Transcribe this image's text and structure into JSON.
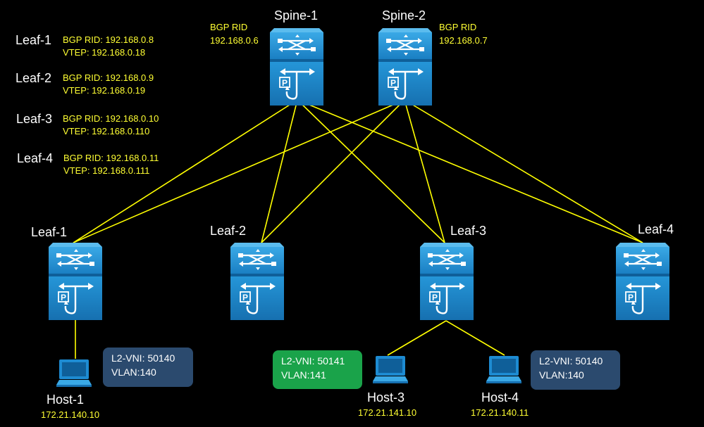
{
  "colors": {
    "background": "#000000",
    "link": "#ffff00",
    "device_blue": "#1d8bd2",
    "label_yellow": "#ffff33",
    "vni_blue": "#2b4a6e",
    "vni_green": "#1aa34a"
  },
  "spines": [
    {
      "name": "Spine-1",
      "rid_label": "BGP RID",
      "rid": "192.168.0.6",
      "icon": "switch-icon"
    },
    {
      "name": "Spine-2",
      "rid_label": "BGP RID",
      "rid": "192.168.0.7",
      "icon": "switch-icon"
    }
  ],
  "leaf_info": [
    {
      "name": "Leaf-1",
      "rid": "BGP RID: 192.168.0.8",
      "vtep": "VTEP: 192.168.0.18"
    },
    {
      "name": "Leaf-2",
      "rid": "BGP RID: 192.168.0.9",
      "vtep": "VTEP: 192.168.0.19"
    },
    {
      "name": "Leaf-3",
      "rid": "BGP RID: 192.168.0.10",
      "vtep": "VTEP: 192.168.0.110"
    },
    {
      "name": "Leaf-4",
      "rid": "BGP RID: 192.168.0.11",
      "vtep": "VTEP: 192.168.0.111"
    }
  ],
  "leaves": [
    {
      "name": "Leaf-1",
      "icon": "switch-icon"
    },
    {
      "name": "Leaf-2",
      "icon": "switch-icon"
    },
    {
      "name": "Leaf-3",
      "icon": "switch-icon"
    },
    {
      "name": "Leaf-4",
      "icon": "switch-icon"
    }
  ],
  "hosts": [
    {
      "name": "Host-1",
      "ip": "172.21.140.10",
      "icon": "laptop-icon"
    },
    {
      "name": "Host-3",
      "ip": "172.21.141.10",
      "icon": "laptop-icon"
    },
    {
      "name": "Host-4",
      "ip": "172.21.140.11",
      "icon": "laptop-icon"
    }
  ],
  "vni_boxes": [
    {
      "vni": "L2-VNI: 50140",
      "vlan": "VLAN:140",
      "color": "#2b4a6e"
    },
    {
      "vni": "L2-VNI: 50141",
      "vlan": "VLAN:141",
      "color": "#1aa34a"
    },
    {
      "vni": "L2-VNI: 50140",
      "vlan": "VLAN:140",
      "color": "#2b4a6e"
    }
  ]
}
